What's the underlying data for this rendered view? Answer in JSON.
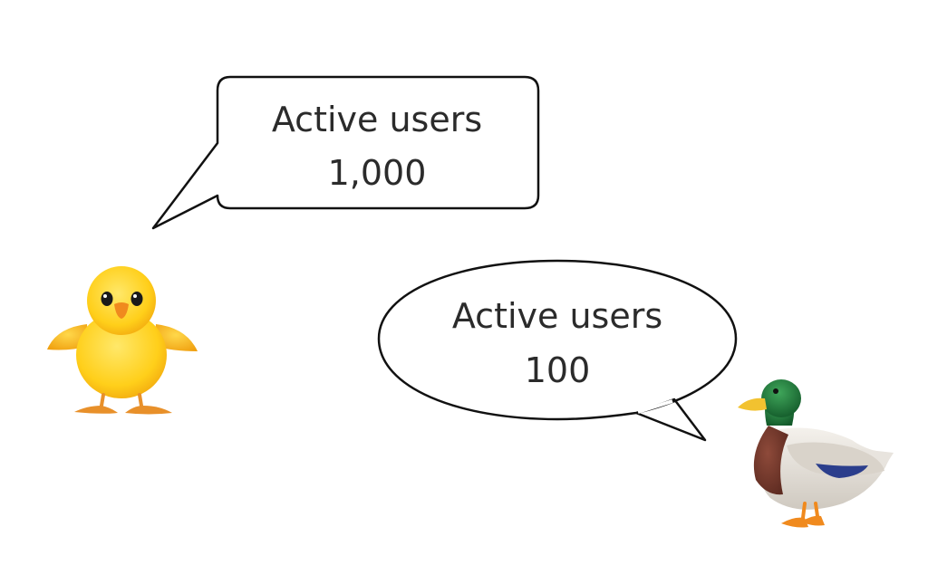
{
  "bubbles": {
    "chick": {
      "label": "Active users",
      "value": "1,000"
    },
    "duck": {
      "label": "Active users",
      "value": "100"
    }
  },
  "characters": {
    "chick": {
      "icon": "baby-chick-icon"
    },
    "duck": {
      "icon": "duck-icon"
    }
  },
  "colors": {
    "outline": "#111111",
    "text": "#2b2b2b",
    "chick_body": "#FFD21F",
    "chick_feet": "#E8902A",
    "duck_head": "#1F7A3A",
    "duck_bill": "#F2C230",
    "duck_breast": "#7A3B2E",
    "duck_body": "#E9E5DF",
    "duck_wing_blue": "#2B3E8C"
  }
}
